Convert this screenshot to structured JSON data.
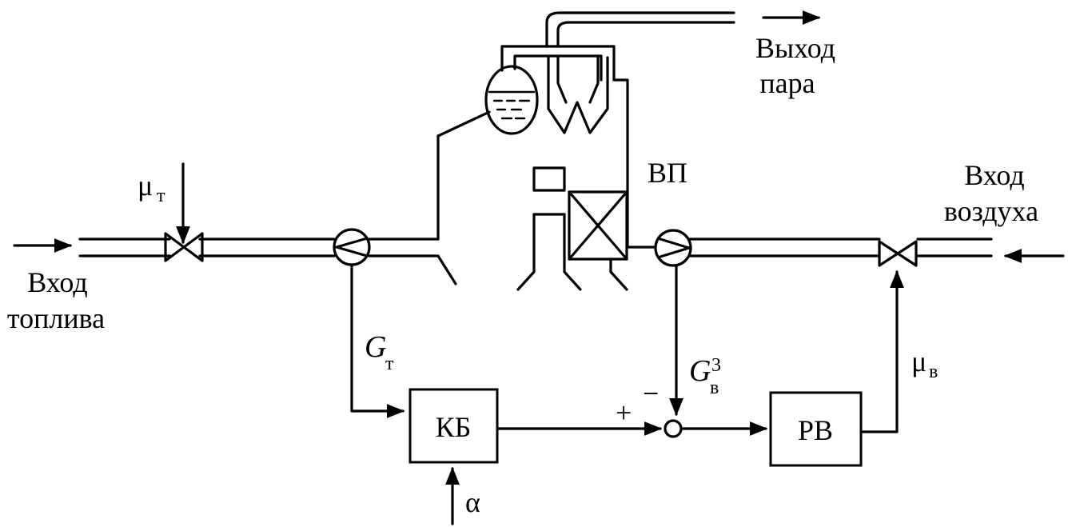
{
  "labels": {
    "steam_out_1": "Выход",
    "steam_out_2": "пара",
    "air_in_1": "Вход",
    "air_in_2": "воздуха",
    "fuel_in_1": "Вход",
    "fuel_in_2": "топлива",
    "air_heater": "ВП",
    "mu_t": "μ",
    "mu_t_sub": "т",
    "mu_v": "μ",
    "mu_v_sub": "в",
    "g_t": "G",
    "g_t_sub": "т",
    "g_v": "G",
    "g_v_sub": "в",
    "g_v_sup": "3",
    "alpha": "α",
    "plus": "+",
    "minus": "−"
  },
  "blocks": {
    "kb": "КБ",
    "rv": "РВ"
  }
}
